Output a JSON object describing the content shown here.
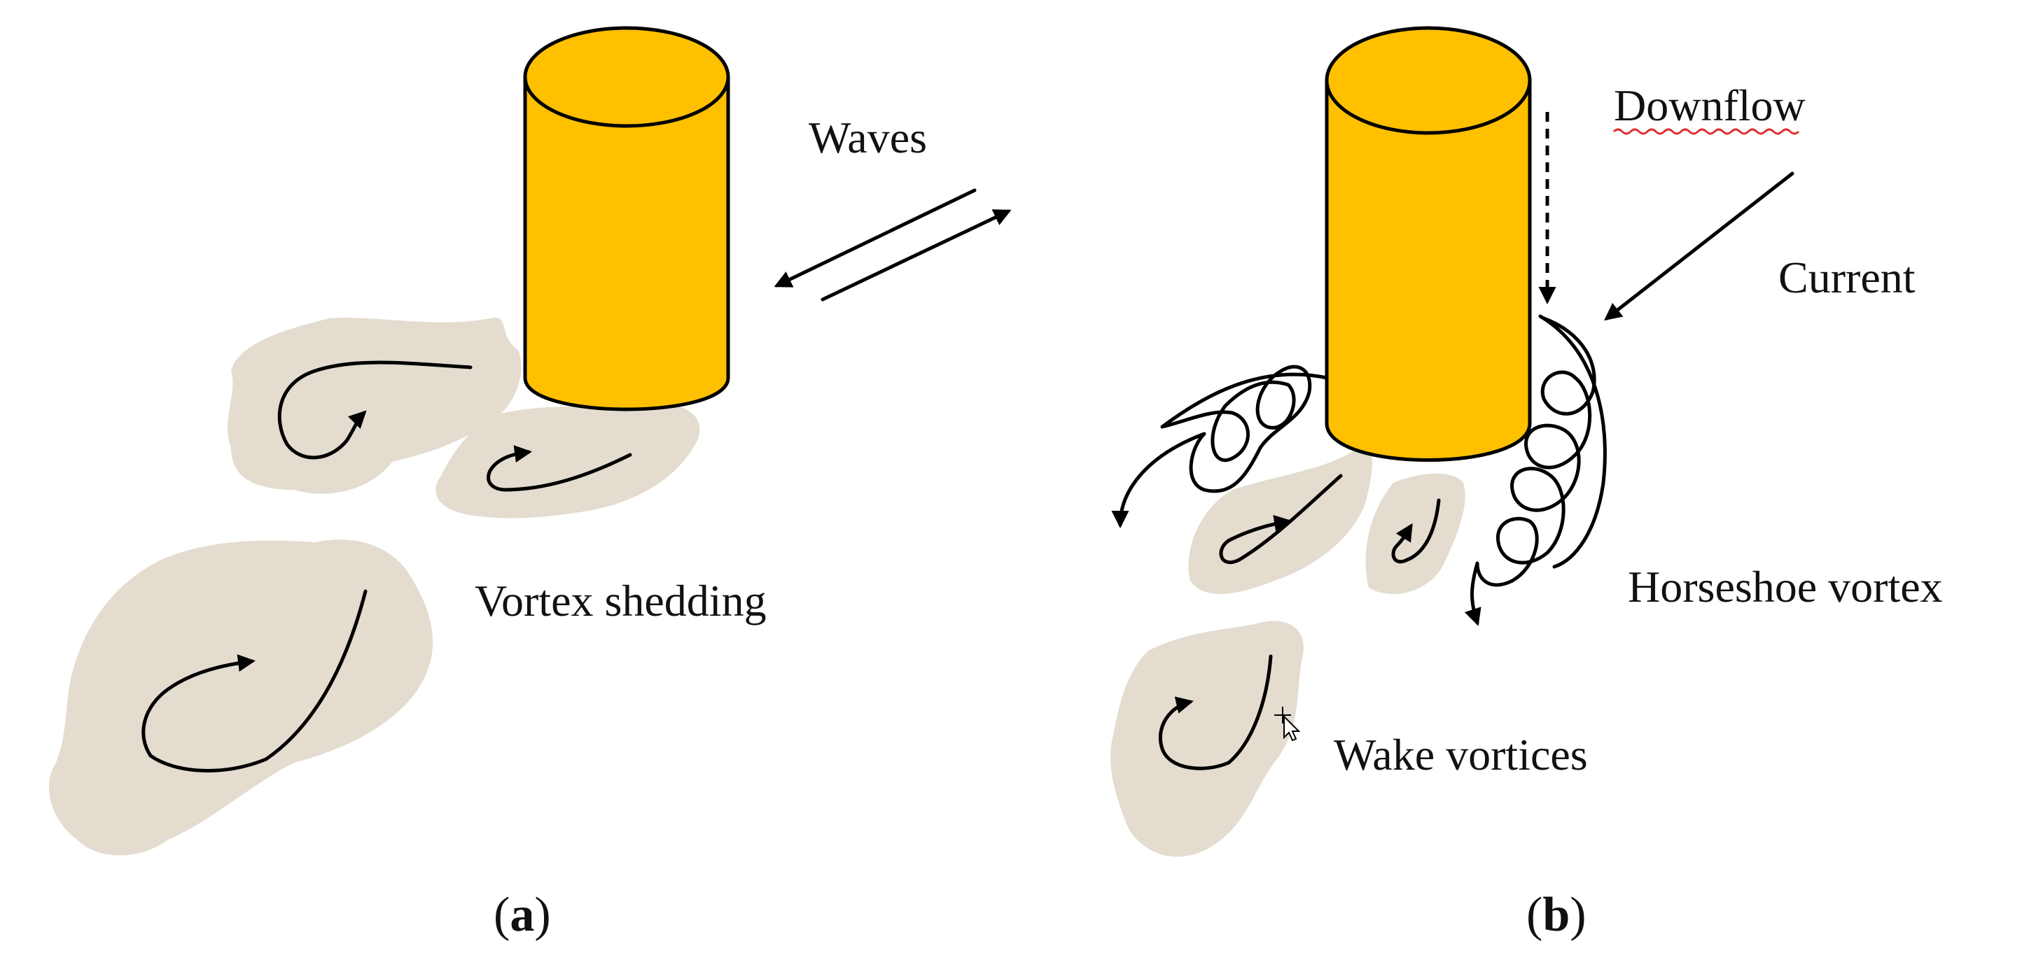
{
  "panel_a": {
    "caption": "a",
    "waves_label": "Waves",
    "vortex_shedding_label": "Vortex shedding"
  },
  "panel_b": {
    "caption": "b",
    "downflow_label": "Downflow",
    "current_label": "Current",
    "horseshoe_label": "Horseshoe vortex",
    "wake_label": "Wake vortices"
  },
  "colors": {
    "pile": "#ffc000",
    "sediment_patch": "#e3dccf",
    "line": "#000000",
    "spellcheck_underline": "#e03030"
  }
}
